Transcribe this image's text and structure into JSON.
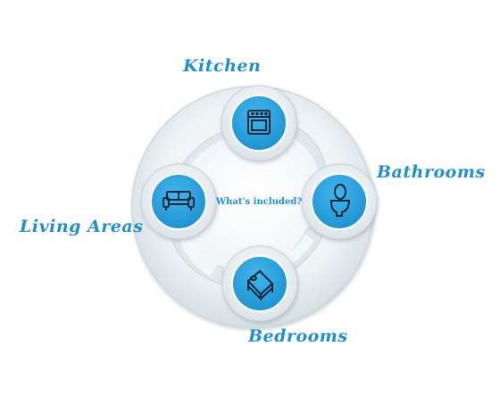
{
  "center_text": "What's included?",
  "labels": {
    "kitchen": "Kitchen",
    "bathrooms": "Bathrooms",
    "living": "Living Areas",
    "bedrooms": "Bedrooms"
  },
  "icons": {
    "kitchen": "oven-icon",
    "bathrooms": "toilet-icon",
    "living": "sofa-icon",
    "bedrooms": "bed-icon"
  },
  "colors": {
    "accent": "#1e8fcf",
    "node_fill": "#2aa3dd",
    "disk": "#e9eff3"
  }
}
